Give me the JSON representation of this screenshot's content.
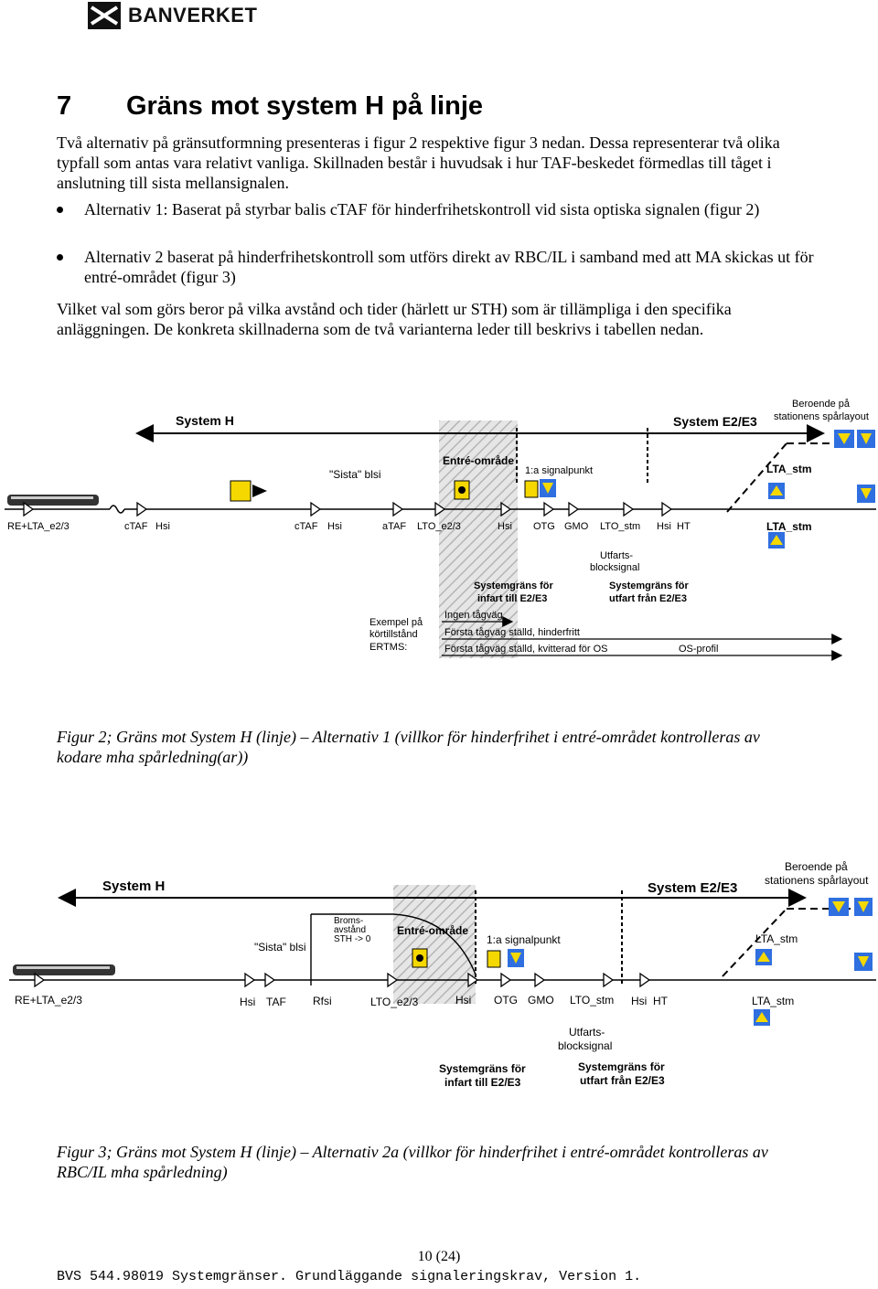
{
  "header": {
    "logo_text": "BANVERKET"
  },
  "section": {
    "number": "7",
    "title": "Gräns mot system H på linje"
  },
  "intro": "Två alternativ på gränsutformning presenteras i figur 2 respektive figur 3 nedan. Dessa representerar två olika typfall som antas vara relativt vanliga. Skillnaden består i huvudsak i hur TAF-beskedet förmedlas till tåget i anslutning till sista mellansignalen.",
  "bullets": [
    "Alternativ 1: Baserat på styrbar balis cTAF för hinderfrihetskontroll vid sista optiska signalen (figur 2)",
    "Alternativ 2 baserat på hinderfrihetskontroll som utförs direkt av RBC/IL i samband med att MA skickas ut för entré-området (figur 3)"
  ],
  "closing": "Vilket val som görs beror på vilka avstånd och tider (härlett ur STH) som är tillämpliga i den specifika anläggningen. De konkreta skillnaderna som de två varianterna leder till beskrivs i tabellen nedan.",
  "figure2": {
    "system_h": "System H",
    "system_e": "System E2/E3",
    "beroende": [
      "Beroende på",
      "stationens spårlayout"
    ],
    "entre": "Entré-område",
    "sista": "\"Sista\" blsi",
    "signalpunkt": "1:a signalpunkt",
    "lta_stm_1": "LTA_stm",
    "lta_stm_2": "LTA_stm",
    "labels": [
      "RE+LTA_e2/3",
      "cTAF",
      "Hsi",
      "cTAF",
      "Hsi",
      "aTAF",
      "LTO_e2/3",
      "Hsi",
      "OTG",
      "GMO",
      "LTO_stm",
      "Hsi",
      "HT"
    ],
    "utfarts": [
      "Utfarts-",
      "blocksignal"
    ],
    "grans_in": [
      "Systemgräns för",
      "infart till E2/E3"
    ],
    "grans_ut": [
      "Systemgräns för",
      "utfart från E2/E3"
    ],
    "exempel": [
      "Exempel på",
      "körtillstånd",
      "ERTMS:"
    ],
    "rows": [
      "Ingen tågväg",
      "Första tågväg ställd, hinderfritt",
      "Första tågväg ställd, kvitterad för OS"
    ],
    "os_profil": "OS-profil",
    "caption": "Figur 2; Gräns mot System H (linje) – Alternativ 1 (villkor för hinderfrihet i entré-området kontrolleras av kodare mha spårledning(ar))"
  },
  "figure3": {
    "system_h": "System H",
    "system_e": "System E2/E3",
    "beroende": [
      "Beroende på",
      "stationens spårlayout"
    ],
    "entre": "Entré-område",
    "broms": [
      "Broms-",
      "avstånd",
      "STH -> 0"
    ],
    "sista": "\"Sista\" blsi",
    "signalpunkt": "1:a signalpunkt",
    "lta_stm_1": "LTA_stm",
    "lta_stm_2": "LTA_stm",
    "labels": [
      "RE+LTA_e2/3",
      "Hsi",
      "TAF",
      "Rfsi",
      "LTO_e2/3",
      "Hsi",
      "OTG",
      "GMO",
      "LTO_stm",
      "Hsi",
      "HT"
    ],
    "utfarts": [
      "Utfarts-",
      "blocksignal"
    ],
    "grans_in": [
      "Systemgräns för",
      "infart till E2/E3"
    ],
    "grans_ut": [
      "Systemgräns för",
      "utfart från E2/E3"
    ],
    "caption": "Figur 3; Gräns mot System H (linje) – Alternativ 2a (villkor för hinderfrihet i entré-området kontrolleras av RBC/IL mha spårledning)"
  },
  "footer": {
    "page": "10 (24)",
    "doc": "BVS 544.98019 Systemgränser. Grundläggande signaleringskrav, Version 1."
  },
  "colors": {
    "accent_yellow": "#f5d800",
    "accent_blue": "#1f5fd0",
    "hatch": "#bfbfbf"
  }
}
